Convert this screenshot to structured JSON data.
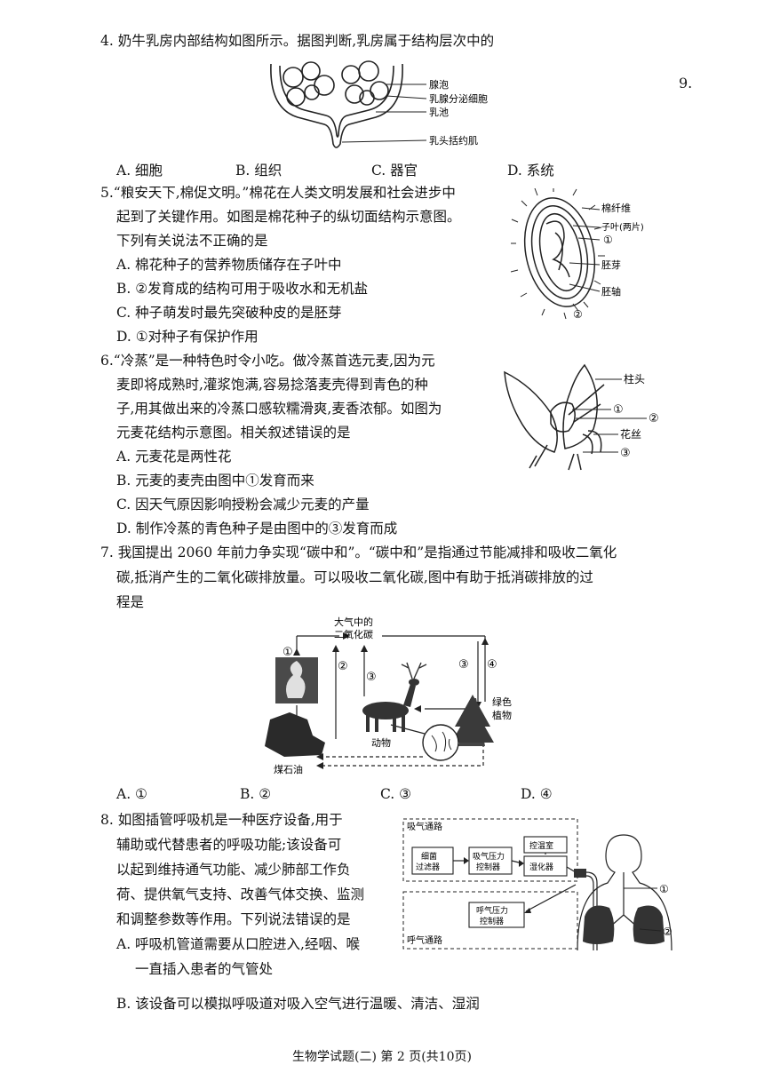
{
  "page": {
    "footer": "生物学试题(二) 第 2 页(共10页)",
    "side_label": "9."
  },
  "q4": {
    "stem": "4. 奶牛乳房内部结构如图所示。据图判断,乳房属于结构层次中的",
    "labels": [
      "腺泡",
      "乳腺分泌细胞",
      "乳池",
      "乳头括约肌"
    ],
    "options": [
      "A. 细胞",
      "B. 组织",
      "C. 器官",
      "D. 系统"
    ]
  },
  "q5": {
    "lines": [
      "5.“粮安天下,棉促文明。”棉花在人类文明发展和社会进步中",
      "起到了关键作用。如图是棉花种子的纵切面结构示意图。",
      "下列有关说法不正确的是"
    ],
    "options": [
      "A. 棉花种子的营养物质储存在子叶中",
      "B. ②发育成的结构可用于吸收水和无机盐",
      "C. 种子萌发时最先突破种皮的是胚芽",
      "D. ①对种子有保护作用"
    ],
    "labels": [
      "棉纤维",
      "子叶(两片)",
      "①",
      "胚芽",
      "胚轴",
      "②"
    ]
  },
  "q6": {
    "lines": [
      "6.“冷蒸”是一种特色时令小吃。做冷蒸首选元麦,因为元",
      "麦即将成熟时,灌浆饱满,容易捻落麦壳得到青色的种",
      "子,用其做出来的冷蒸口感软糯滑爽,麦香浓郁。如图为",
      "元麦花结构示意图。相关叙述错误的是"
    ],
    "options": [
      "A. 元麦花是两性花",
      "B. 元麦的麦壳由图中①发育而来",
      "C. 因天气原因影响授粉会减少元麦的产量",
      "D. 制作冷蒸的青色种子是由图中的③发育而成"
    ],
    "labels": [
      "柱头",
      "①",
      "②",
      "花丝",
      "③"
    ]
  },
  "q7": {
    "lines": [
      "7. 我国提出 2060 年前力争实现“碳中和”。“碳中和”是指通过节能减排和吸收二氧化",
      "碳,抵消产生的二氧化碳排放量。可以吸收二氧化碳,图中有助于抵消碳排放的过",
      "程是"
    ],
    "diagram": {
      "top_label_1": "大气中的",
      "top_label_2": "二氧化碳",
      "nums": [
        "①",
        "②",
        "③",
        "③",
        "④"
      ],
      "plant_1": "绿色",
      "plant_2": "植物",
      "animal": "动物",
      "fossil": "煤石油"
    },
    "options": [
      "A. ①",
      "B. ②",
      "C. ③",
      "D. ④"
    ]
  },
  "q8": {
    "lines": [
      "8. 如图插管呼吸机是一种医疗设备,用于",
      "辅助或代替患者的呼吸功能;该设备可",
      "以起到维持通气功能、减少肺部工作负",
      "荷、提供氧气支持、改善气体交换、监测",
      "和调整参数等作用。下列说法错误的是"
    ],
    "options": [
      "A. 呼吸机管道需要从口腔进入,经咽、喉",
      "一直插入患者的气管处",
      "B. 该设备可以模拟呼吸道对吸入空气进行温暖、清洁、湿润"
    ],
    "diagram": {
      "inhale": "吸气通路",
      "exhale": "呼气通路",
      "filter_1": "细菌",
      "filter_2": "过滤器",
      "pin_1": "吸气压力",
      "pin_2": "控制器",
      "temp": "控温室",
      "humid": "湿化器",
      "pout_1": "呼气压力",
      "pout_2": "控制器",
      "n1": "①",
      "n2": "②"
    }
  }
}
